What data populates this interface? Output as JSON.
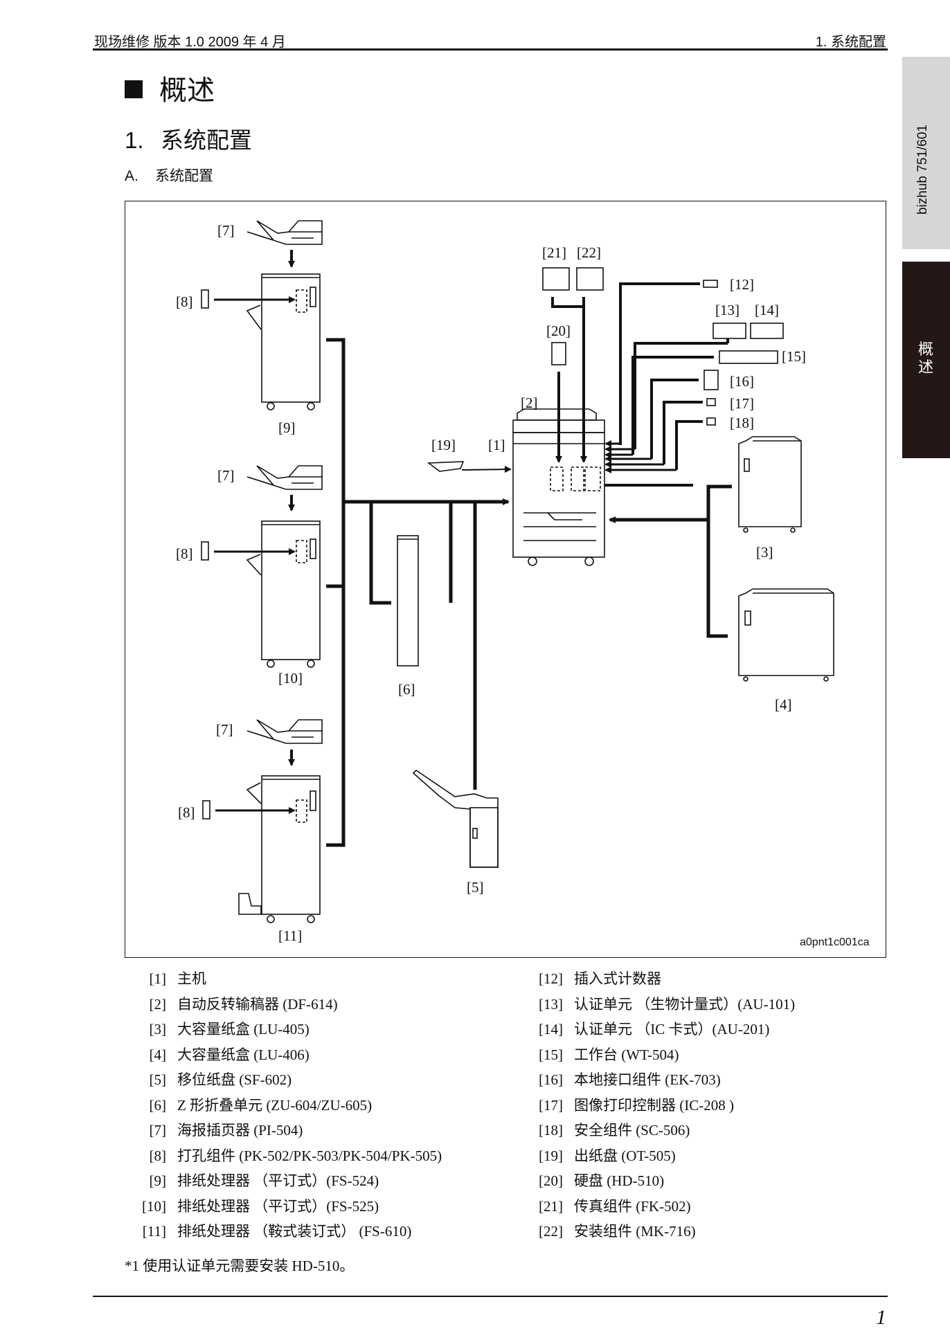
{
  "header": {
    "left": "现场维修 版本 1.0 2009 年 4 月",
    "right": "1. 系统配置"
  },
  "side_tabs": {
    "model": "bizhub 751/601",
    "chapter": "概述"
  },
  "section": {
    "title": "概述",
    "subsection_num": "1.",
    "subsection_title": "系统配置",
    "subsub_num": "A.",
    "subsub_title": "系统配置"
  },
  "figure": {
    "code": "a0pnt1c001ca",
    "labels": {
      "l1": "[1]",
      "l2": "[2]",
      "l3": "[3]",
      "l4": "[4]",
      "l5": "[5]",
      "l6": "[6]",
      "l7": "[7]",
      "l8": "[8]",
      "l9": "[9]",
      "l10": "[10]",
      "l11": "[11]",
      "l12": "[12]",
      "l13": "[13]",
      "l14": "[14]",
      "l15": "[15]",
      "l16": "[16]",
      "l17": "[17]",
      "l18": "[18]",
      "l19": "[19]",
      "l20": "[20]",
      "l21": "[21]",
      "l22": "[22]"
    }
  },
  "legend": {
    "left": [
      {
        "num": "[1]",
        "text": "主机"
      },
      {
        "num": "[2]",
        "text": "自动反转输稿器 (DF-614)"
      },
      {
        "num": "[3]",
        "text": "大容量纸盒 (LU-405)"
      },
      {
        "num": "[4]",
        "text": "大容量纸盒 (LU-406)"
      },
      {
        "num": "[5]",
        "text": "移位纸盘 (SF-602)"
      },
      {
        "num": "[6]",
        "text": "Z 形折叠单元 (ZU-604/ZU-605)"
      },
      {
        "num": "[7]",
        "text": "海报插页器 (PI-504)"
      },
      {
        "num": "[8]",
        "text": "打孔组件 (PK-502/PK-503/PK-504/PK-505)"
      },
      {
        "num": "[9]",
        "text": "排纸处理器 （平订式）(FS-524)"
      },
      {
        "num": "[10]",
        "text": "排纸处理器 （平订式）(FS-525)"
      },
      {
        "num": "[11]",
        "text": "排纸处理器 （鞍式装订式） (FS-610)"
      }
    ],
    "right": [
      {
        "num": "[12]",
        "text": "插入式计数器"
      },
      {
        "num": "[13]",
        "text": "认证单元 （生物计量式）(AU-101)"
      },
      {
        "num": "[14]",
        "text": "认证单元 （IC 卡式）(AU-201)"
      },
      {
        "num": "[15]",
        "text": "工作台 (WT-504)"
      },
      {
        "num": "[16]",
        "text": "本地接口组件 (EK-703)"
      },
      {
        "num": "[17]",
        "text": "图像打印控制器 (IC-208 )"
      },
      {
        "num": "[18]",
        "text": "安全组件 (SC-506)"
      },
      {
        "num": "[19]",
        "text": "出纸盘 (OT-505)"
      },
      {
        "num": "[20]",
        "text": "硬盘 (HD-510)"
      },
      {
        "num": "[21]",
        "text": "传真组件 (FK-502)"
      },
      {
        "num": "[22]",
        "text": "安装组件 (MK-716)"
      }
    ]
  },
  "note": "*1 使用认证单元需要安装 HD-510。",
  "page_number": "1"
}
